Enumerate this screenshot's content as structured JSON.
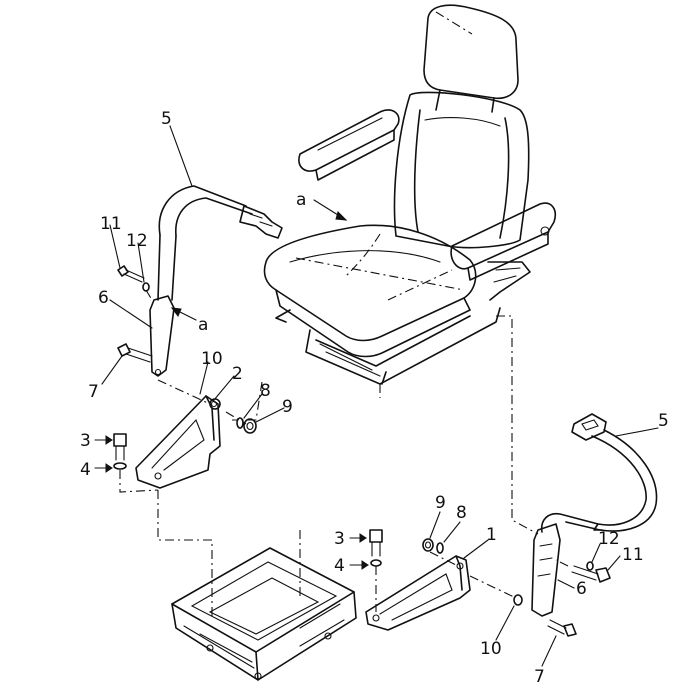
{
  "callouts": {
    "c1": "1",
    "c2": "2",
    "c3_left": "3",
    "c3_right": "3",
    "c4_left": "4",
    "c4_right": "4",
    "c5_left": "5",
    "c5_right": "5",
    "c6_left": "6",
    "c6_right": "6",
    "c7_left": "7",
    "c7_right": "7",
    "c8_left": "8",
    "c8_right": "8",
    "c9_left": "9",
    "c9_right": "9",
    "c10_left": "10",
    "c10_right": "10",
    "c11_left": "11",
    "c11_right": "11",
    "c12_left": "12",
    "c12_right": "12",
    "ref_a_seat": "a",
    "ref_a_belt": "a"
  },
  "icons": {
    "seat": "operator-seat-drawing",
    "belt": "seat-belt-drawing",
    "bracket": "mounting-bracket-drawing",
    "base": "seat-base-drawing"
  }
}
